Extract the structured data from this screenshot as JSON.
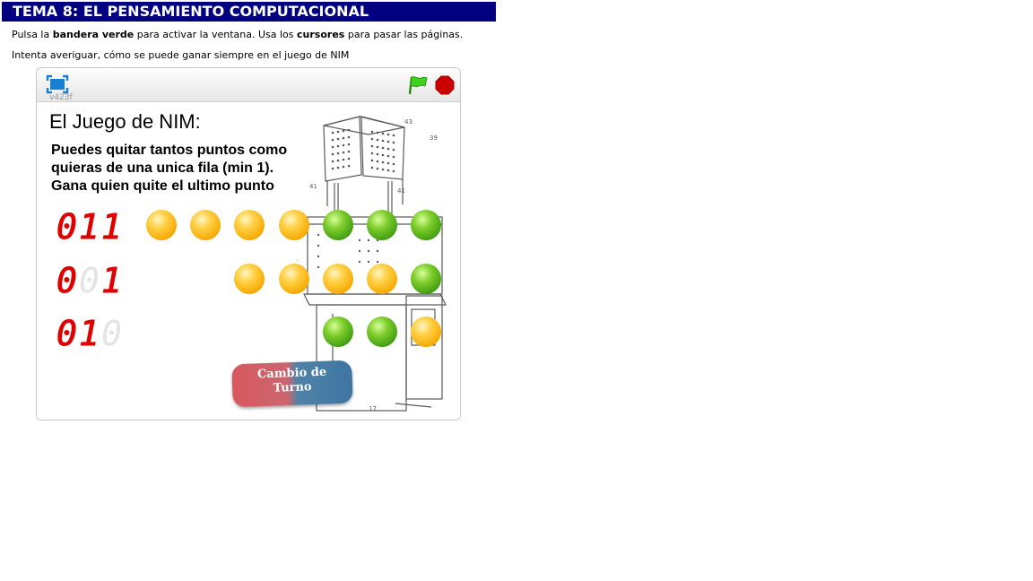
{
  "page": {
    "title": "TEMA 8: EL PENSAMIENTO COMPUTACIONAL",
    "line1": {
      "t1": "Pulsa la ",
      "b1": "bandera verde",
      "t2": " para activar la ventana. Usa los ",
      "b2": "cursores",
      "t3": " para pasar las páginas."
    },
    "line2": "Intenta averiguar, cómo se puede ganar siempre en el juego de NIM"
  },
  "player": {
    "version": "v423f",
    "colors": {
      "flag": "#3cd31b",
      "stop": "#cc0000",
      "fullscreen": "#1a7fd0"
    }
  },
  "game": {
    "title": "El Juego de NIM:",
    "rules": [
      "Puedes quitar tantos puntos como",
      "quieras de una unica fila (min 1).",
      "Gana quien quite el ultimo punto"
    ],
    "rows": [
      {
        "binary": [
          "0",
          "1",
          "1"
        ],
        "balls": [
          "orange",
          "orange",
          "orange",
          "orange",
          "green",
          "green",
          "green"
        ]
      },
      {
        "binary": [
          "0",
          "0",
          "1"
        ],
        "balls": [
          "orange",
          "orange",
          "orange",
          "orange",
          "green"
        ]
      },
      {
        "binary": [
          "0",
          "1",
          "0"
        ],
        "balls": [
          "green",
          "green",
          "orange"
        ]
      }
    ],
    "turn_button": {
      "line1": "Cambio de",
      "line2": "Turno"
    },
    "colors": {
      "orange": "#f6a800",
      "green": "#3e9a12",
      "digit": "#e00000"
    }
  }
}
